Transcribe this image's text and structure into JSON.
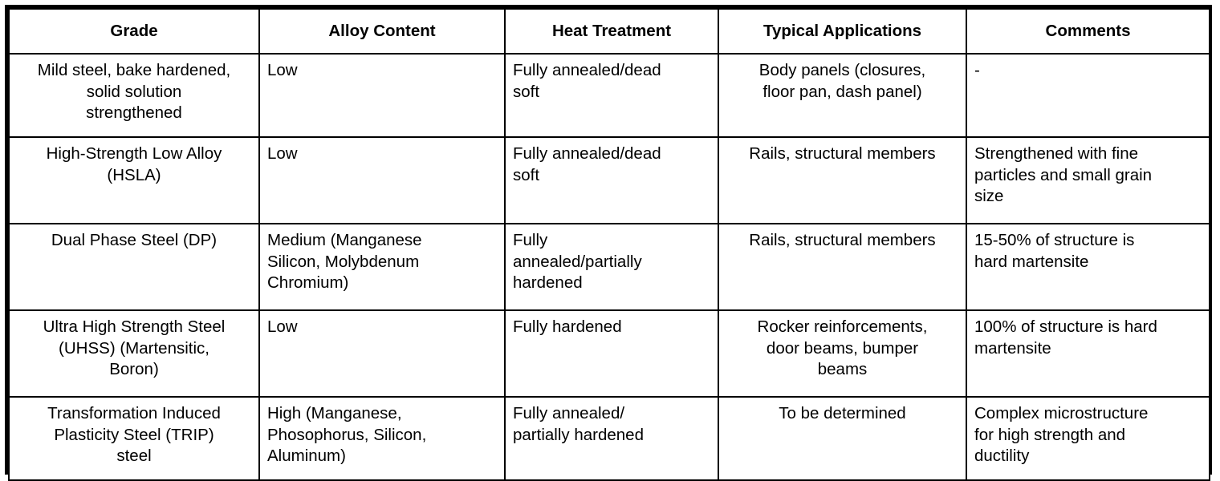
{
  "table": {
    "columns": [
      {
        "key": "grade",
        "label": "Grade",
        "align": "center"
      },
      {
        "key": "alloy",
        "label": "Alloy Content",
        "align": "left"
      },
      {
        "key": "heat",
        "label": "Heat Treatment",
        "align": "left"
      },
      {
        "key": "apps",
        "label": "Typical Applications",
        "align": "center"
      },
      {
        "key": "comments",
        "label": "Comments",
        "align": "left"
      }
    ],
    "rows": [
      {
        "grade": "Mild steel, bake hardened,\nsolid solution\nstrengthened",
        "alloy": "Low",
        "heat": "Fully annealed/dead\nsoft",
        "apps": "Body panels (closures,\nfloor pan, dash panel)",
        "comments": "-"
      },
      {
        "grade": "High-Strength Low Alloy\n(HSLA)",
        "alloy": "Low",
        "heat": "Fully annealed/dead\nsoft",
        "apps": "Rails, structural members",
        "comments": "Strengthened with fine\nparticles and small grain\nsize"
      },
      {
        "grade": "Dual Phase Steel (DP)",
        "alloy": "Medium (Manganese\nSilicon, Molybdenum\nChromium)",
        "heat": "Fully\nannealed/partially\nhardened",
        "apps": "Rails, structural members",
        "comments": "15-50% of structure is\nhard martensite"
      },
      {
        "grade": "Ultra High Strength Steel\n(UHSS) (Martensitic,\nBoron)",
        "alloy": "Low",
        "heat": "Fully hardened",
        "apps": "Rocker reinforcements,\ndoor beams, bumper\nbeams",
        "comments": "100% of structure is hard\nmartensite"
      },
      {
        "grade": "Transformation Induced\nPlasticity Steel (TRIP)\nsteel",
        "alloy": "High (Manganese,\nPhosophorus, Silicon,\nAluminum)",
        "heat": "Fully annealed/\npartially hardened",
        "apps": "To be determined",
        "comments": "Complex microstructure\nfor high strength and\nductility"
      }
    ]
  },
  "style": {
    "border_color": "#000000",
    "background_color": "#ffffff",
    "text_color": "#000000"
  }
}
